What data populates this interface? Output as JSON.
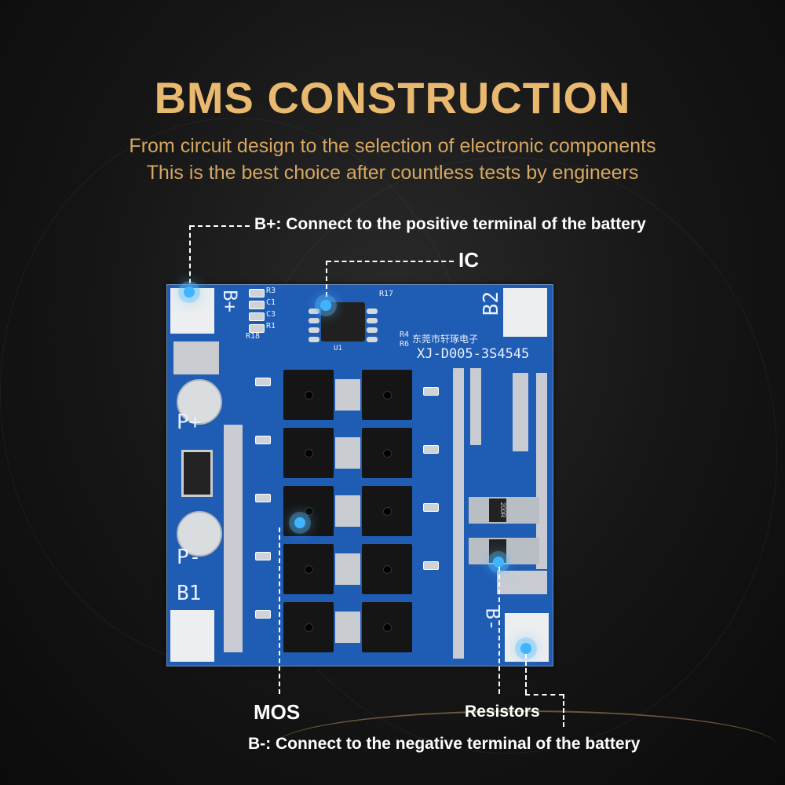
{
  "header": {
    "title": "BMS CONSTRUCTION",
    "subtitle_line1": "From circuit design to the selection of electronic components",
    "subtitle_line2": "This is the best choice after countless tests by engineers"
  },
  "callouts": {
    "b_plus": "B+: Connect to the positive terminal of the battery",
    "ic": "IC",
    "mos": "MOS",
    "resistors": "Resistors",
    "b_minus": "B-: Connect to the negative terminal of the battery"
  },
  "board": {
    "label_b_plus": "B+",
    "label_b2": "B2",
    "label_p_plus": "P+",
    "label_p_minus": "P-",
    "label_b1": "B1",
    "label_b_minus": "B-",
    "model": "XJ-D005-3S4545",
    "maker": "东莞市轩琢电子",
    "r3": "R3",
    "c1": "C1",
    "c3": "C3",
    "r1": "R1",
    "r17": "R17",
    "r4": "R4",
    "r6": "R6",
    "r18": "R18",
    "u1": "U1",
    "resistor_code": "200R"
  },
  "colors": {
    "title": "#e9b970",
    "board": "#1f5cb3",
    "dot": "#3fb4ff"
  }
}
